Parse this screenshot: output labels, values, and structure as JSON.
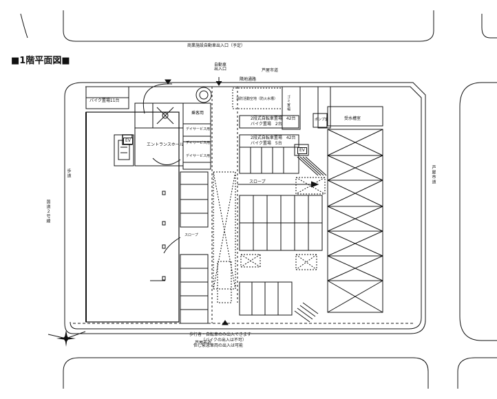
{
  "title": "■1階平面図■",
  "top_notice": "商業施設自動車出入口（予定）",
  "car_entrance": "自動車\n出入口",
  "roads": {
    "top": "芦屋市道",
    "bottom": "芦屋市道",
    "right": "芦屋市道",
    "left_sidewalk": "歩道",
    "left_route": "国道２号線"
  },
  "rooms": {
    "bike_parking_11": "バイク置場11台",
    "reception": "乗客用",
    "day_service_1": "デイサービス用",
    "day_service_2": "デイサービス用",
    "day_service_3": "デイサービス用",
    "entrance_hall": "エントランスホール",
    "ev_left": "EV",
    "ev_right": "EV",
    "garbage": "ゴミ置場",
    "pump": "ポンプ室",
    "water_tank": "受水槽室",
    "fire_water": "消防活動空地（防火水槽）",
    "adjacent_path": "隣地通路",
    "bike_42_1": "2段式自転車置場　42台",
    "bike_2": "バイク置場　2台",
    "bike_42_2": "2段式自転車置場　42台",
    "bike_5": "バイク置場　5台",
    "slope_main": "スロープ",
    "slope_small": "スロープ"
  },
  "notes": [
    "歩行者・自転車のみ出入できます",
    "（バイクの出入は不可）",
    "但し緊急車両の出入は可能"
  ]
}
